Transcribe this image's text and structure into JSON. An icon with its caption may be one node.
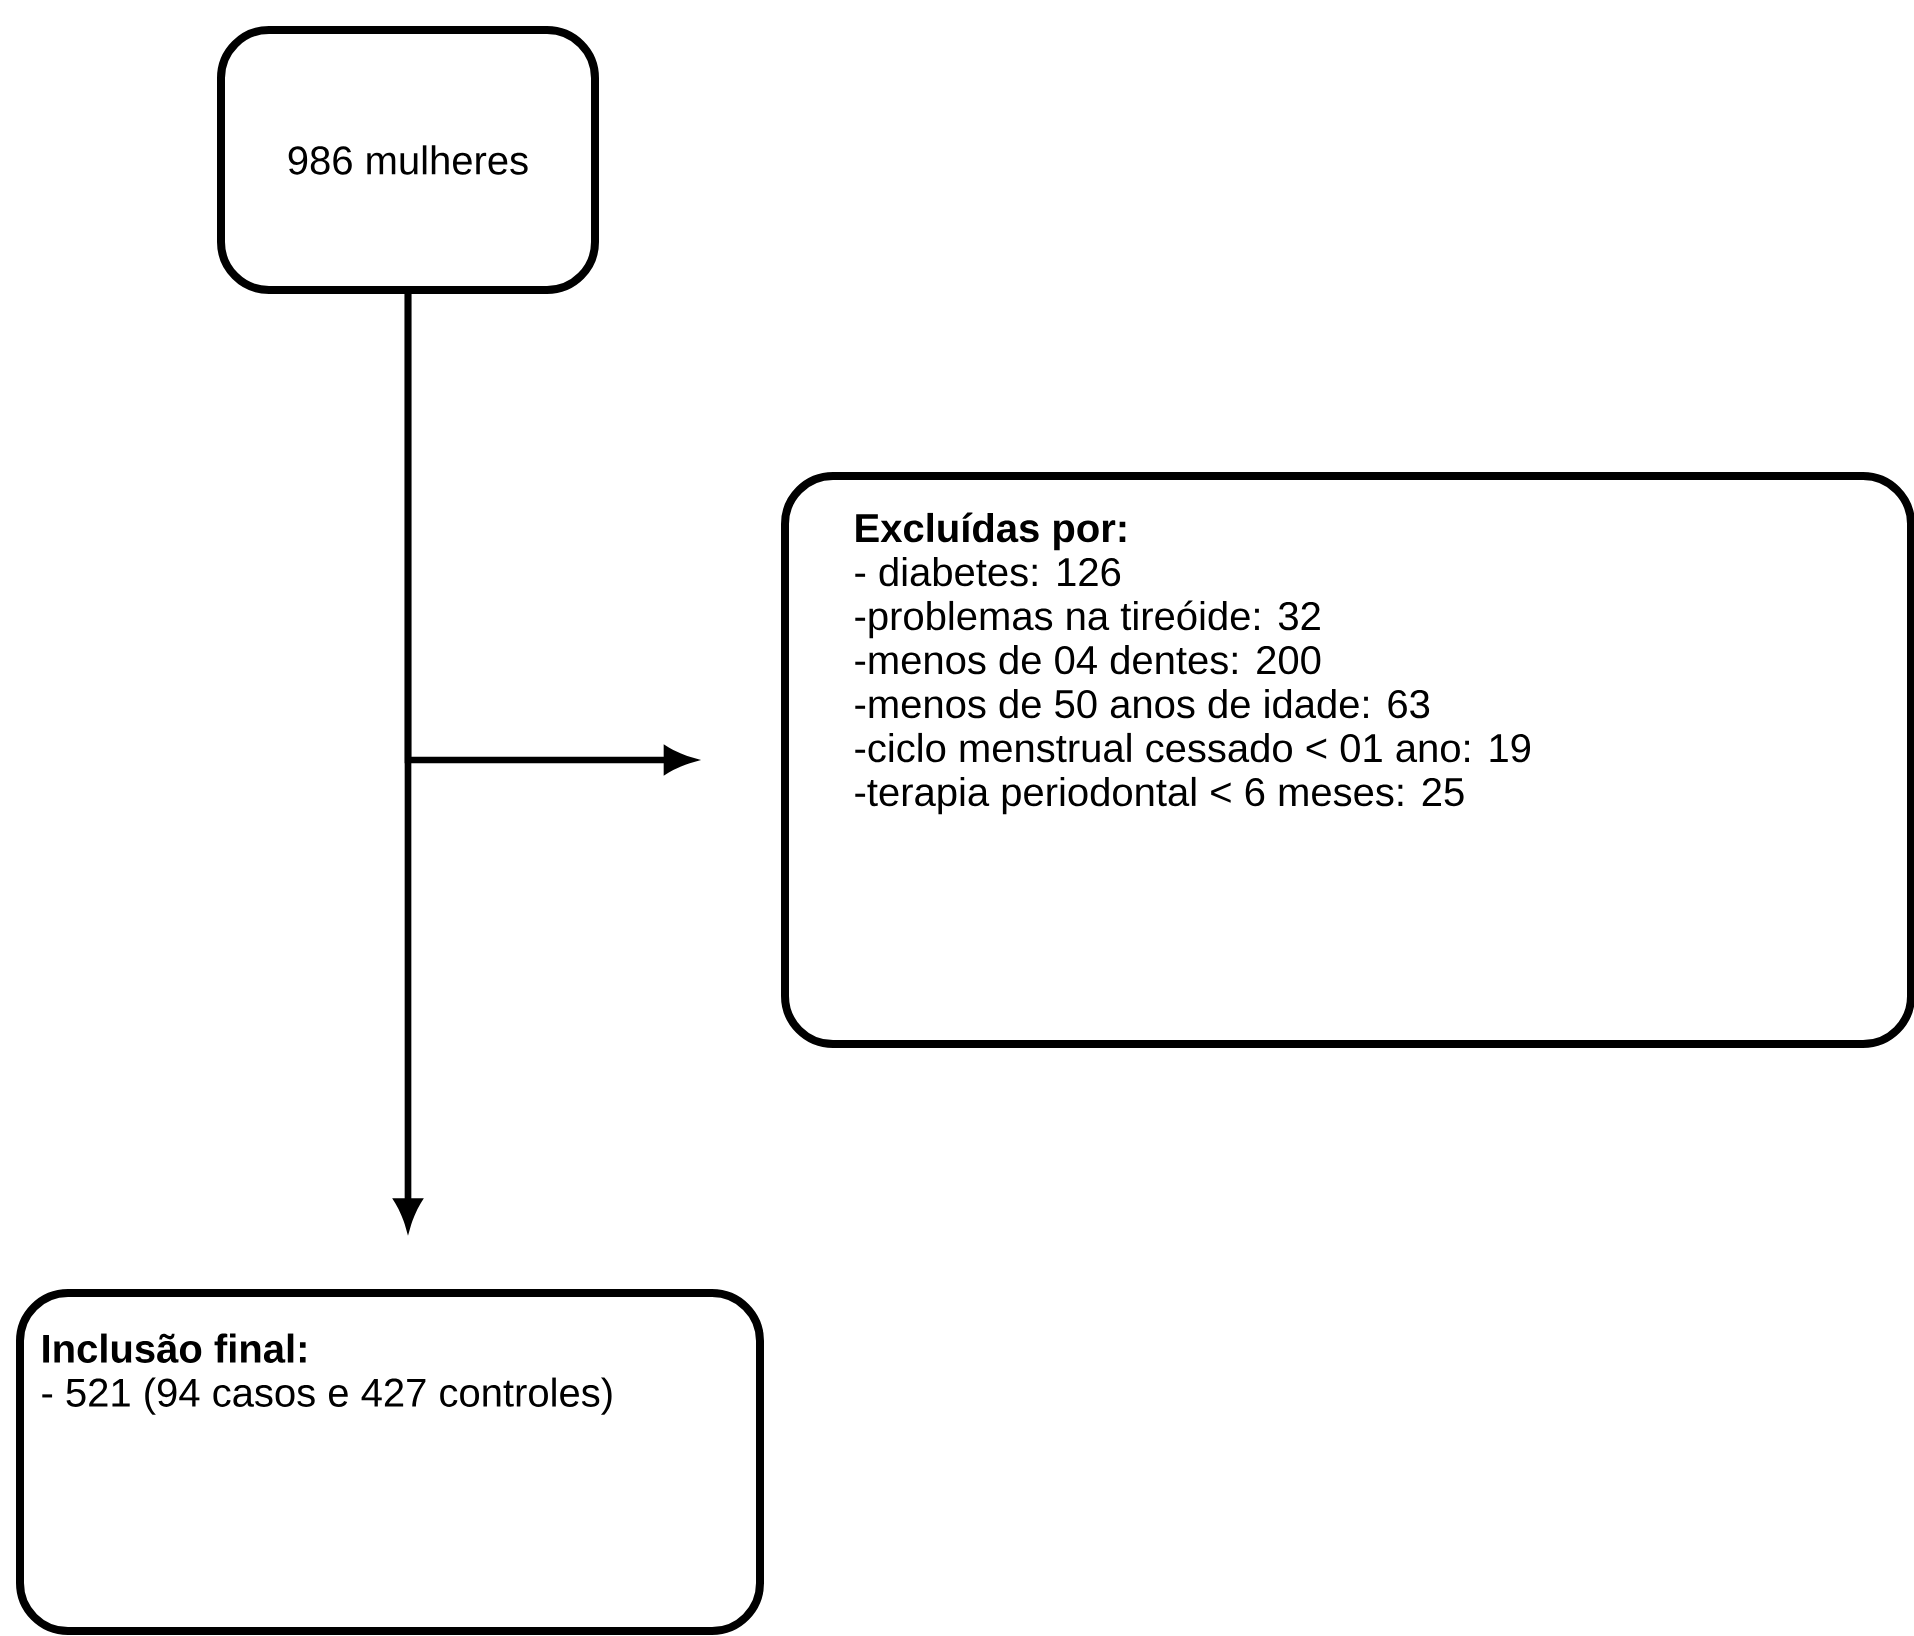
{
  "diagram": {
    "nodes": [
      {
        "text": [
          "986 mulheres"
        ]
      },
      {
        "text": [
          "Excluídas por:",
          "- diabetes: 126",
          "-problemas na tireóide: 32",
          "-menos de 04 dentes: 200",
          "-menos de 50 anos de idade: 63",
          "-ciclo menstrual cessado < 01 ano: 19",
          "-terapia periodontal < 6 meses: 25"
        ]
      },
      {
        "text": [
          "Inclusão final:",
          "- 521 (94 casos e 427 controles)"
        ]
      }
    ],
    "edges": [
      {
        "from": 0,
        "to": 2,
        "arrow": "to"
      },
      {
        "from": 0,
        "to": 1,
        "arrow": "to"
      }
    ]
  }
}
